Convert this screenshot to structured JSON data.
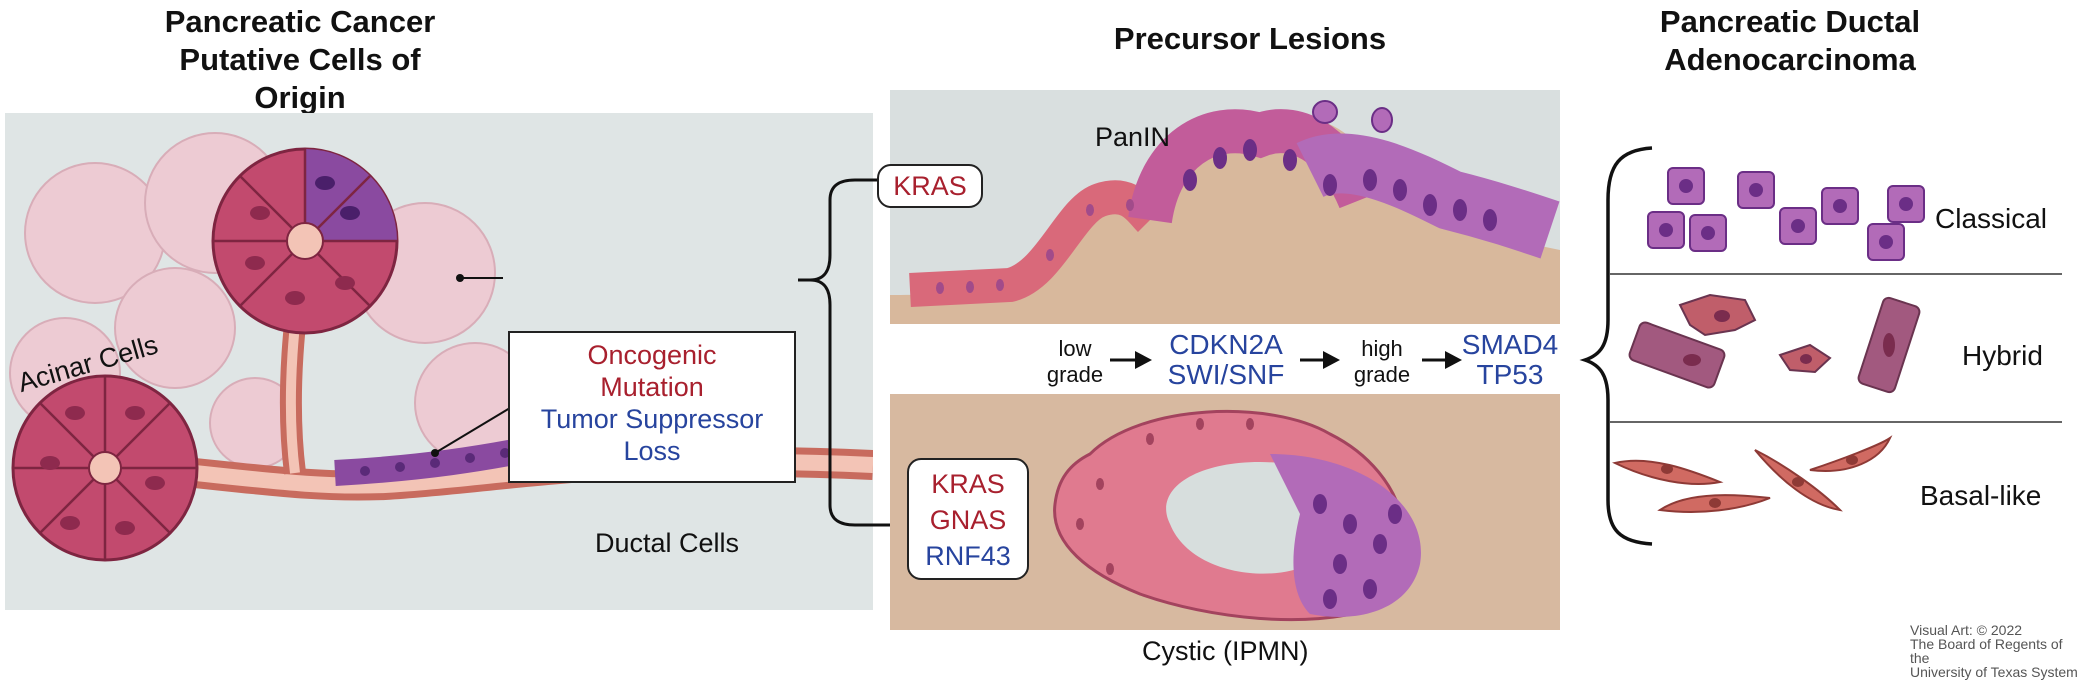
{
  "titles": {
    "left_line1": "Pancreatic Cancer",
    "left_line2": "Putative Cells of Origin",
    "middle": "Precursor Lesions",
    "right_line1": "Pancreatic Ductal",
    "right_line2": "Adenocarcinoma"
  },
  "left_panel": {
    "acinar_label": "Acinar Cells",
    "ductal_label": "Ductal Cells",
    "mutation_box": {
      "line1": "Oncogenic",
      "line2": "Mutation",
      "line3": "Tumor Suppressor",
      "line4": "Loss"
    }
  },
  "middle_panel": {
    "panin_label": "PanIN",
    "panin_gene": "KRAS",
    "ipmn_genes": [
      "KRAS",
      "GNAS",
      "RNF43"
    ],
    "ipmn_label": "Cystic (IPMN)",
    "progression": {
      "low_line1": "low",
      "low_line2": "grade",
      "mid_gene1": "CDKN2A",
      "mid_gene2": "SWI/SNF",
      "high_line1": "high",
      "high_line2": "grade",
      "late_gene1": "SMAD4",
      "late_gene2": "TP53"
    }
  },
  "right_panel": {
    "subtypes": [
      "Classical",
      "Hybrid",
      "Basal-like"
    ]
  },
  "credit": {
    "line1": "Visual Art: © 2022",
    "line2": "The Board of Regents of the",
    "line3": "University of Texas System"
  },
  "colors": {
    "oncogene_red": "#a8202e",
    "suppressor_blue": "#27449e",
    "acinar_pink": "#c24a6e",
    "purple_cell": "#8a4aa0",
    "stroma_tan": "#d7b9a0"
  }
}
